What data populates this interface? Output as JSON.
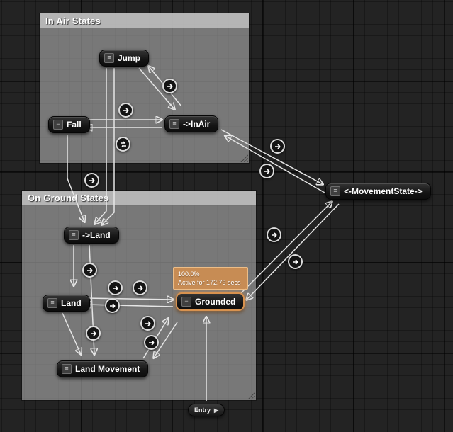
{
  "comments": {
    "in_air": {
      "label": "In Air States"
    },
    "on_ground": {
      "label": "On Ground States"
    }
  },
  "nodes": {
    "jump": {
      "label": "Jump"
    },
    "fall": {
      "label": "Fall"
    },
    "inair": {
      "label": "->InAir"
    },
    "movement": {
      "label": "<-MovementState->"
    },
    "to_land": {
      "label": "->Land"
    },
    "land": {
      "label": "Land"
    },
    "grounded": {
      "label": "Grounded"
    },
    "land_movement": {
      "label": "Land Movement"
    },
    "entry": {
      "label": "Entry"
    }
  },
  "overlay": {
    "percent": "100.0%",
    "active_text": "Active for 172.79 secs"
  },
  "colors": {
    "active_state_border": "#d8924f",
    "tooltip_bg": "#ce8e52",
    "edge": "#e6e6e6",
    "comment_bg": "#adadad",
    "canvas_bg": "#232323"
  }
}
